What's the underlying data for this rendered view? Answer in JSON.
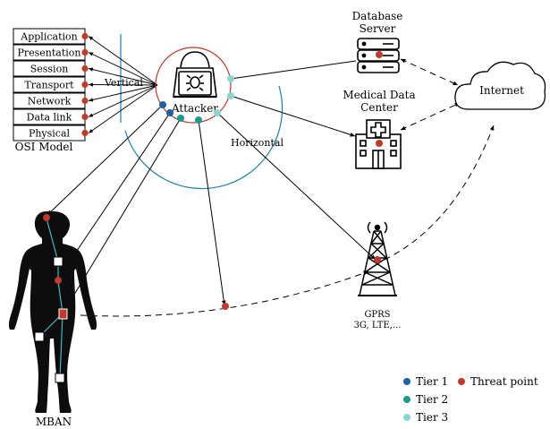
{
  "osi_model": {
    "layers": [
      "Application",
      "Presentation",
      "Session",
      "Transport",
      "Network",
      "Data link",
      "Physical"
    ],
    "caption": "OSI Model",
    "vertical_label": "Vertical"
  },
  "attacker": {
    "label": "Attacker",
    "horizontal_label": "Horizontal"
  },
  "nodes": {
    "database": {
      "line1": "Database",
      "line2": "Server"
    },
    "medical": {
      "line1": "Medical Data",
      "line2": "Center"
    },
    "internet": {
      "label": "Internet"
    },
    "gprs": {
      "line1": "GPRS",
      "line2": "3G, LTE,..."
    },
    "mban": {
      "label": "MBAN"
    }
  },
  "legend": {
    "tier1": "Tier 1",
    "tier2": "Tier 2",
    "tier3": "Tier 3",
    "threat": "Threat point"
  },
  "colors": {
    "tier1": "#1f5fa6",
    "tier2": "#1a9a8a",
    "tier3": "#8ad6cc",
    "threat": "#c0392b",
    "vertical_arc": "#1b7fa8",
    "attacker_ring": "#c0392b",
    "mban_link": "#3fb9c9"
  }
}
